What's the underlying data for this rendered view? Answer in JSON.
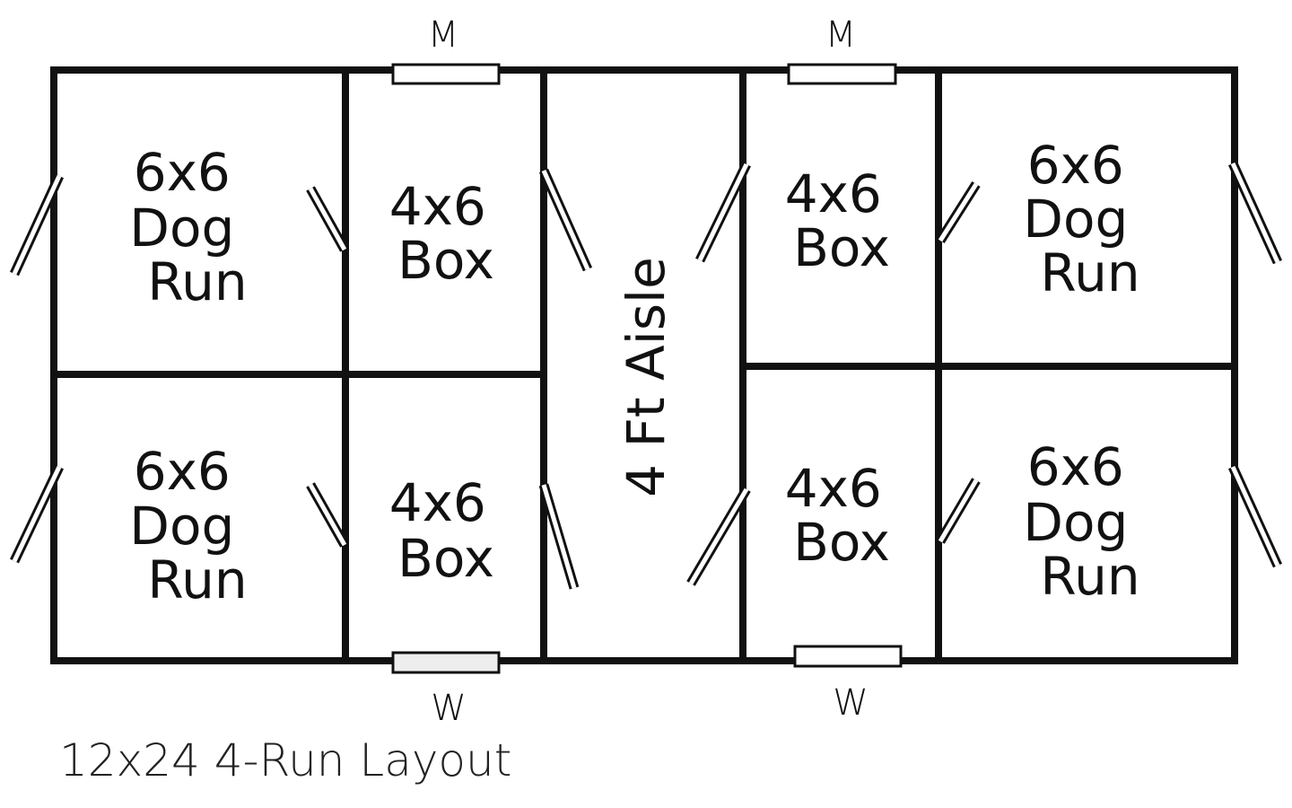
{
  "title": "12x24 4-Run Layout",
  "aisle_label": "4 Ft Aisle",
  "markers": {
    "top_left": "M",
    "top_right": "M",
    "bottom_left": "W",
    "bottom_right": "W"
  },
  "rooms": {
    "run_top_left": [
      "6x6",
      "Dog",
      "Run"
    ],
    "box_top_left": [
      "4x6",
      "Box"
    ],
    "run_bottom_left": [
      "6x6",
      "Dog",
      "Run"
    ],
    "box_bottom_left": [
      "4x6",
      "Box"
    ],
    "box_top_right": [
      "4x6",
      "Box"
    ],
    "run_top_right": [
      "6x6",
      "Dog",
      "Run"
    ],
    "box_bottom_right": [
      "4x6",
      "Box"
    ],
    "run_bottom_right": [
      "6x6",
      "Dog",
      "Run"
    ]
  }
}
